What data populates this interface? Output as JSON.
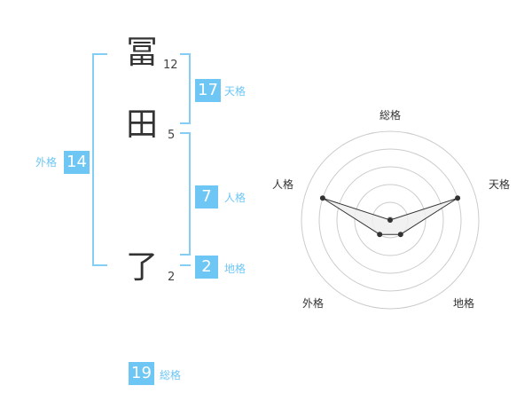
{
  "characters": [
    {
      "char": "冨",
      "strokes": "12"
    },
    {
      "char": "田",
      "strokes": "5"
    },
    {
      "char": "了",
      "strokes": "2"
    }
  ],
  "fortunes": {
    "tenkaku": {
      "value": "17",
      "label": "天格"
    },
    "jinkaku": {
      "value": "7",
      "label": "人格"
    },
    "chikaku": {
      "value": "2",
      "label": "地格"
    },
    "gaikaku": {
      "value": "14",
      "label": "外格"
    },
    "soukaku": {
      "value": "19",
      "label": "総格"
    }
  },
  "radar": {
    "axes": [
      "総格",
      "天格",
      "地格",
      "外格",
      "人格"
    ],
    "values": [
      0,
      4,
      1,
      1,
      4
    ],
    "max": 5,
    "colors": {
      "grid": "#cccccc",
      "fill": "#efefef",
      "line": "#333333",
      "point": "#333333",
      "center": "#cccccc"
    }
  },
  "colors": {
    "badge": "#6ec6f5",
    "bracket": "#84cdf5"
  }
}
